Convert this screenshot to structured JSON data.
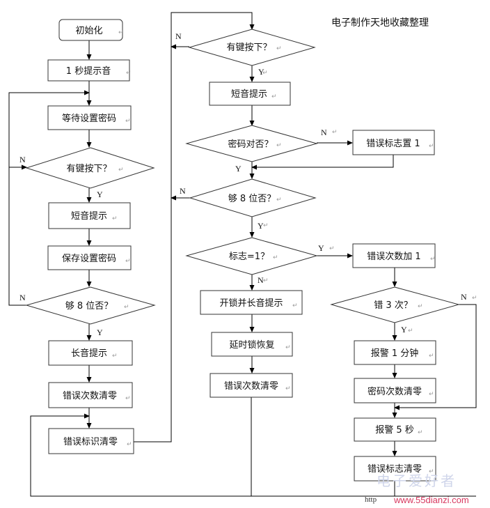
{
  "title": "电子制作天地收藏整理",
  "nodes": {
    "init": "初始化",
    "beep_1s": "1 秒提示音",
    "wait_set_pw": "等待设置密码",
    "key_pressed_1": "有键按下？",
    "short_beep_1": "短音提示",
    "save_pw": "保存设置密码",
    "eight_digits_1": "够 8 位否？",
    "long_beep": "长音提示",
    "clear_err_count_1": "错误次数清零",
    "clear_err_flag": "错误标识清零",
    "key_pressed_2": "有键按下？",
    "short_beep_2": "短音提示",
    "pw_correct": "密码对否？",
    "set_err_flag": "错误标志置 1",
    "eight_digits_2": "够 8 位否？",
    "flag_check": "标志=1？",
    "err_count_add": "错误次数加 1",
    "unlock": "开锁并长音提示",
    "delay_restore": "延时锁恢复",
    "clear_err_count_2": "错误次数清零",
    "three_times": "错 3 次？",
    "alarm_1min": "报警 1 分钟",
    "clear_pw_count": "密码次数清零",
    "alarm_5s": "报警 5 秒",
    "clear_err_flag_2": "错误标志清零"
  },
  "labels": {
    "yes": "Y",
    "no": "N"
  },
  "watermark": {
    "chinese": "电子爱好者",
    "url": "www.55dianzi.com",
    "prefix": "http"
  }
}
